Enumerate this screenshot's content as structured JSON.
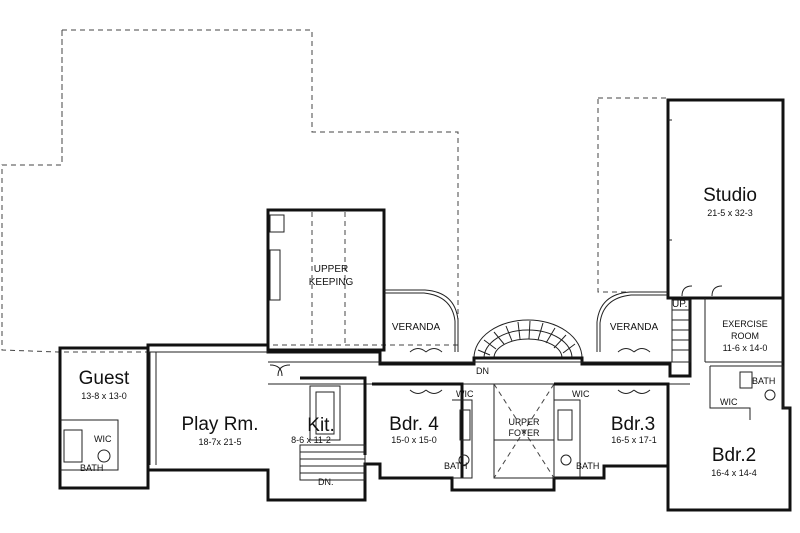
{
  "rooms": {
    "studio": {
      "name": "Studio",
      "size": "21-5 x 32-3"
    },
    "upper_keeping": {
      "line1": "UPPER",
      "line2": "KEEPING"
    },
    "veranda_left": "VERANDA",
    "veranda_right": "VERANDA",
    "exercise": {
      "line1": "EXERCISE",
      "line2": "ROOM",
      "size": "11-6 x 14-0"
    },
    "guest": {
      "name": "Guest",
      "size": "13-8 x 13-0"
    },
    "play": {
      "name": "Play Rm.",
      "size": "18-7x 21-5"
    },
    "kit": {
      "name": "Kit.",
      "size": "8-6 x 11-2"
    },
    "bdr4": {
      "name": "Bdr. 4",
      "size": "15-0 x 15-0"
    },
    "upper_foyer": {
      "line1": "UPPER",
      "line2": "FOYER"
    },
    "bdr3": {
      "name": "Bdr.3",
      "size": "16-5 x 17-1"
    },
    "bdr2": {
      "name": "Bdr.2",
      "size": "16-4 x 14-4"
    }
  },
  "labels": {
    "up": "UP.",
    "dn_stair": "DN",
    "dn_kit": "DN.",
    "wic_guest": "WIC",
    "wic_bdr4": "WIC",
    "wic_bdr3": "WIC",
    "wic_bdr2": "WIC",
    "bath_guest": "BATH",
    "bath_bdr4": "BATH",
    "bath_bdr3": "BATH",
    "bath_bdr2": "BATH"
  }
}
